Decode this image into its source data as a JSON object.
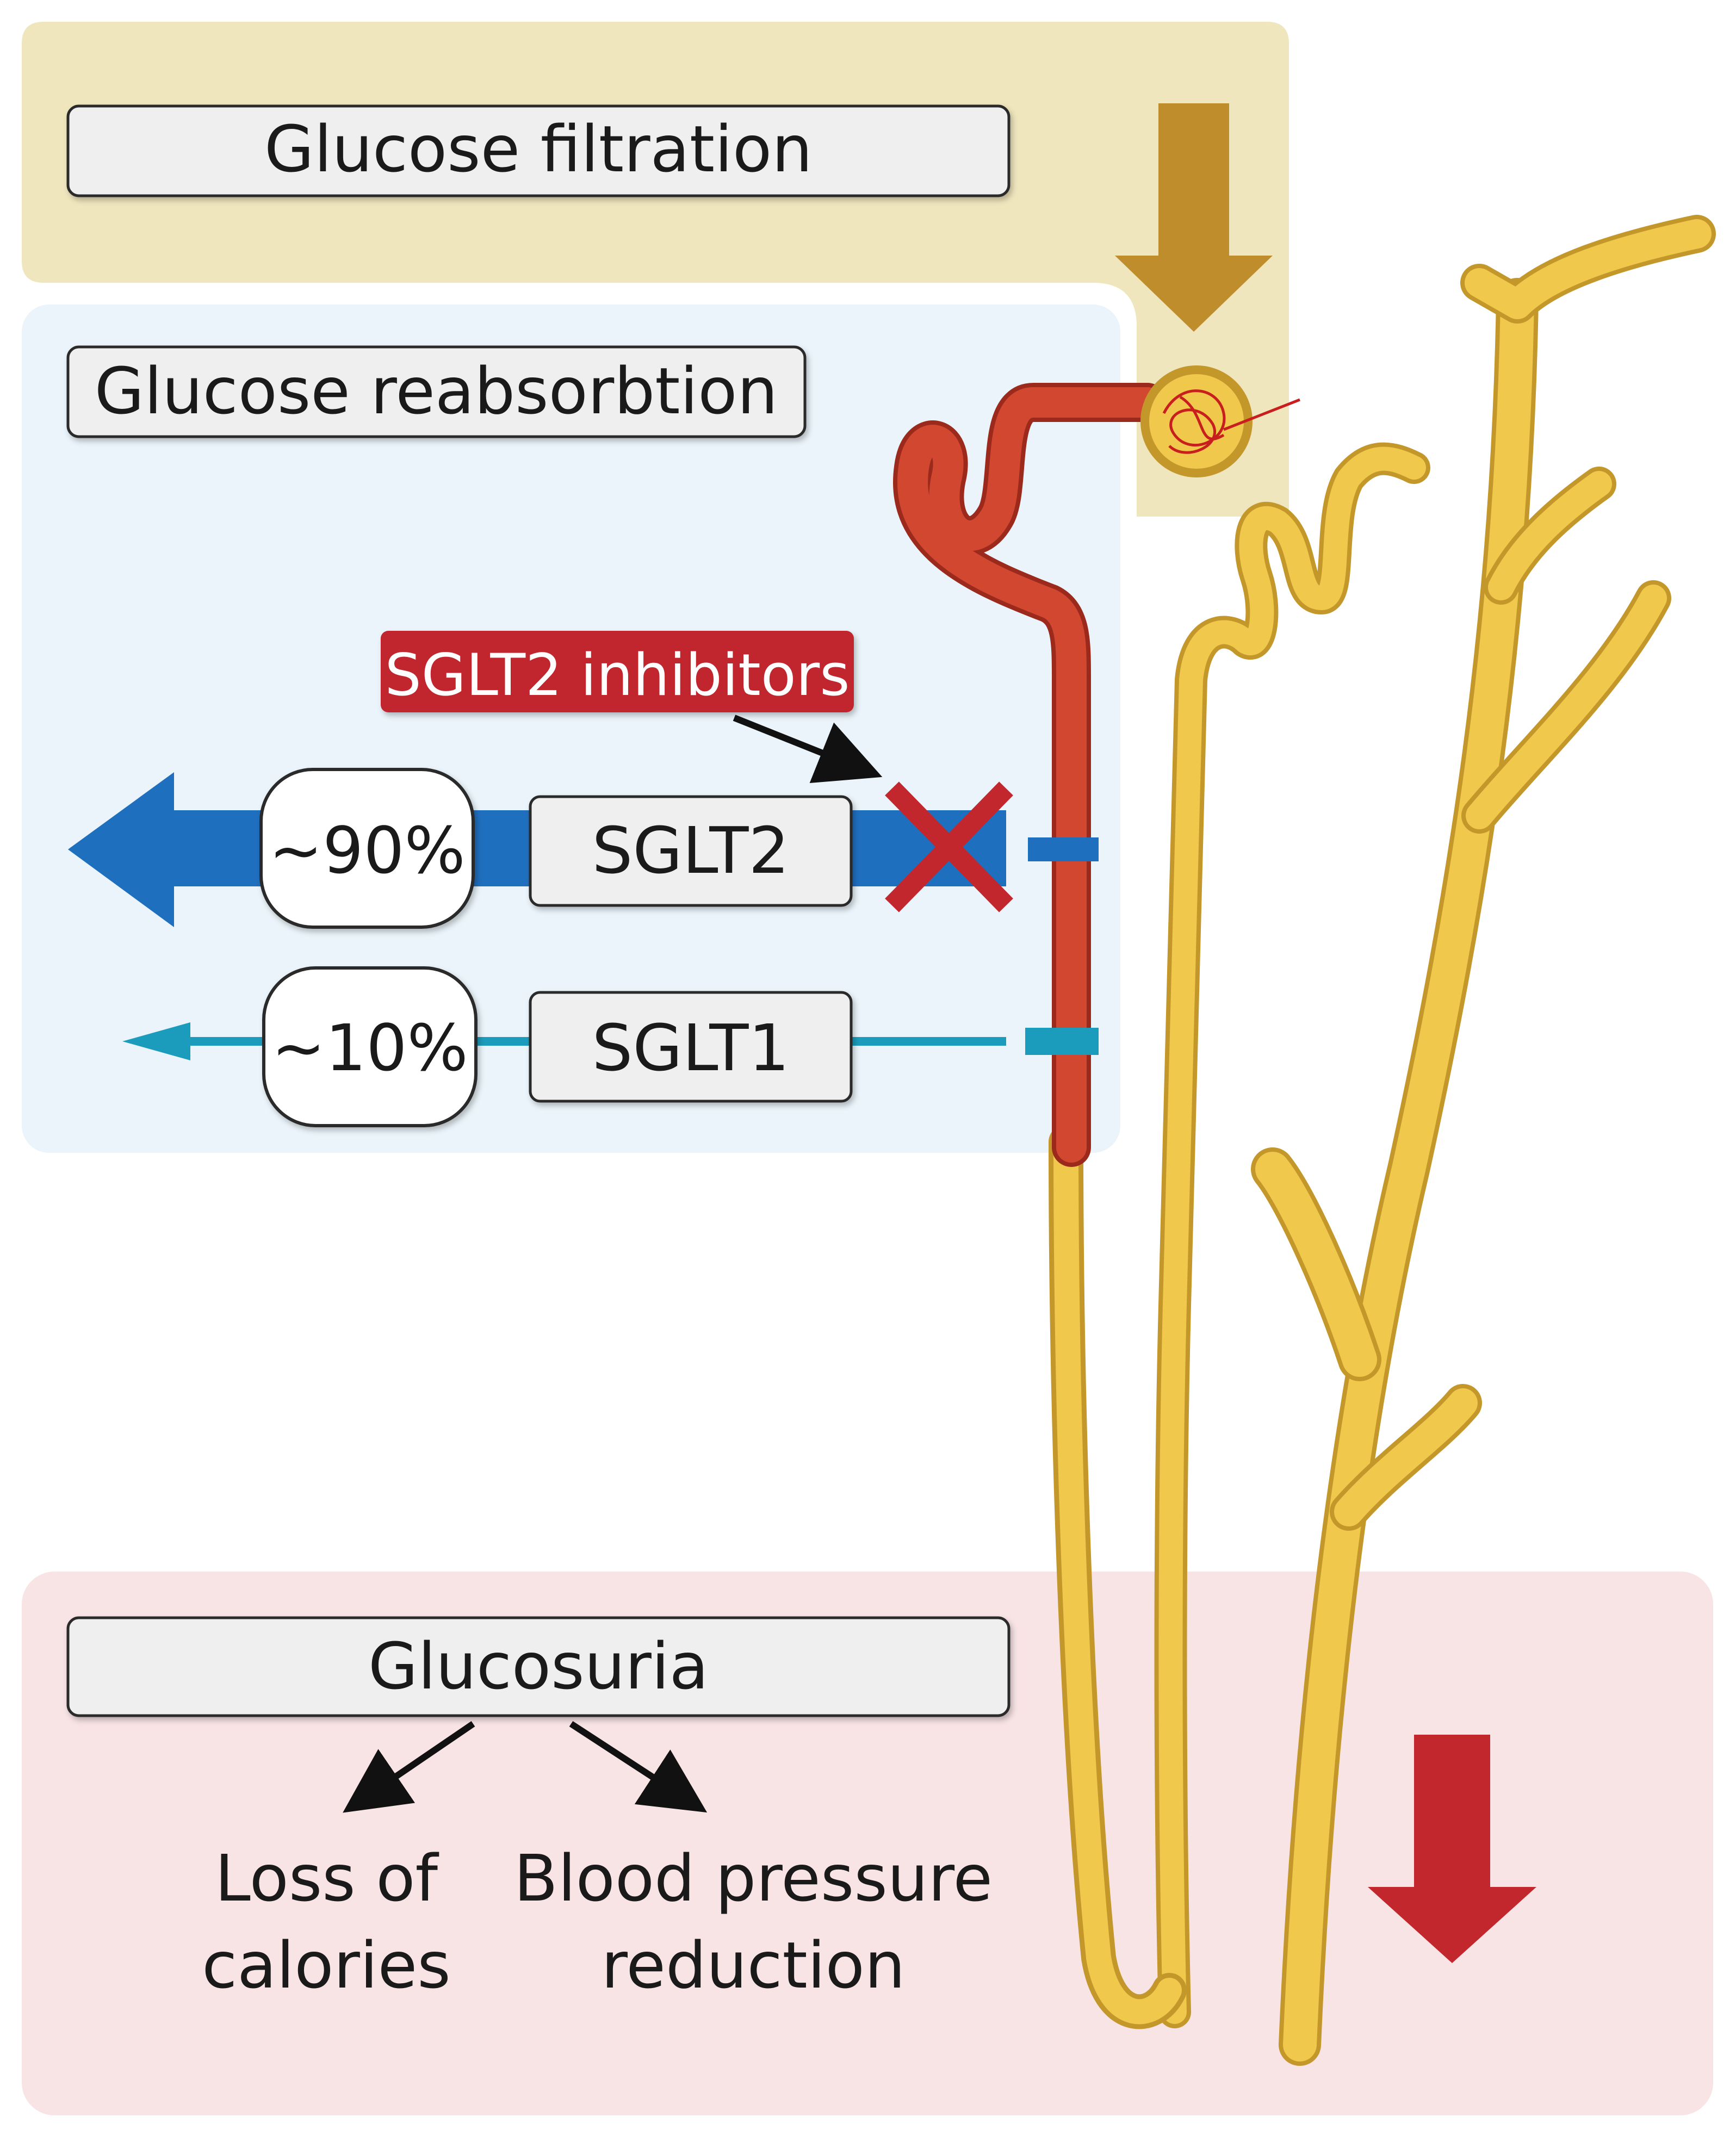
{
  "sections": {
    "filtration": {
      "label": "Glucose filtration",
      "color": "#efe6bd"
    },
    "reabsorption": {
      "label": "Glucose reabsorbtion",
      "color": "#eaf4fa"
    },
    "glucosuria": {
      "label": "Glucosuria",
      "color": "#f8e3e5"
    }
  },
  "inhibitor": {
    "label": "SGLT2 inhibitors",
    "color": "#c1272d"
  },
  "transporters": [
    {
      "name": "SGLT2",
      "percent": "~90%",
      "color": "#1f6fbf"
    },
    {
      "name": "SGLT1",
      "percent": "~10%",
      "color": "#1c9cbc"
    }
  ],
  "effects": [
    {
      "line1": "Loss of",
      "line2": "calories"
    },
    {
      "line1": "Blood pressure",
      "line2": "reduction"
    }
  ],
  "colors": {
    "nephron": "#f0c84b",
    "nephron_outline": "#c4972b",
    "proximal_tubule": "#d2472f",
    "filtration_arrow": "#bf8d2b",
    "reduction_arrow": "#c1272d"
  }
}
